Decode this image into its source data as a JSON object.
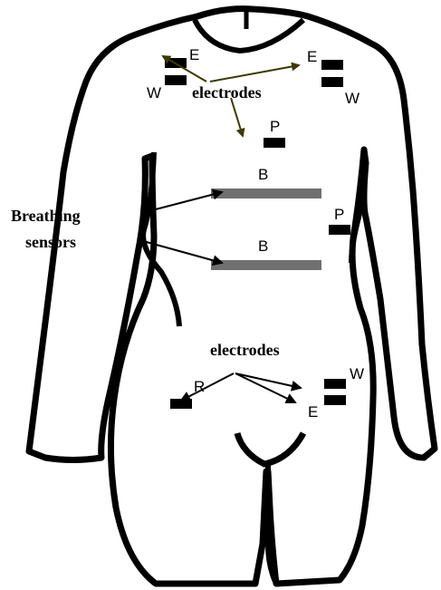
{
  "labels": {
    "electrodes_top": "electrodes",
    "electrodes_bottom": "electrodes",
    "breathing_line1": "Breathing",
    "breathing_line2": "sensors",
    "e_left": "E",
    "w_left": "W",
    "e_right": "E",
    "w_right": "W",
    "p_chest": "P",
    "p_side": "P",
    "b_upper": "B",
    "b_lower": "B",
    "r_lower": "R",
    "w_lower": "W",
    "e_lower": "E"
  },
  "colors": {
    "outline": "#000000",
    "arrow_olive": "#3a3a00",
    "belt_gray": "#707070",
    "electrode": "#000000"
  }
}
